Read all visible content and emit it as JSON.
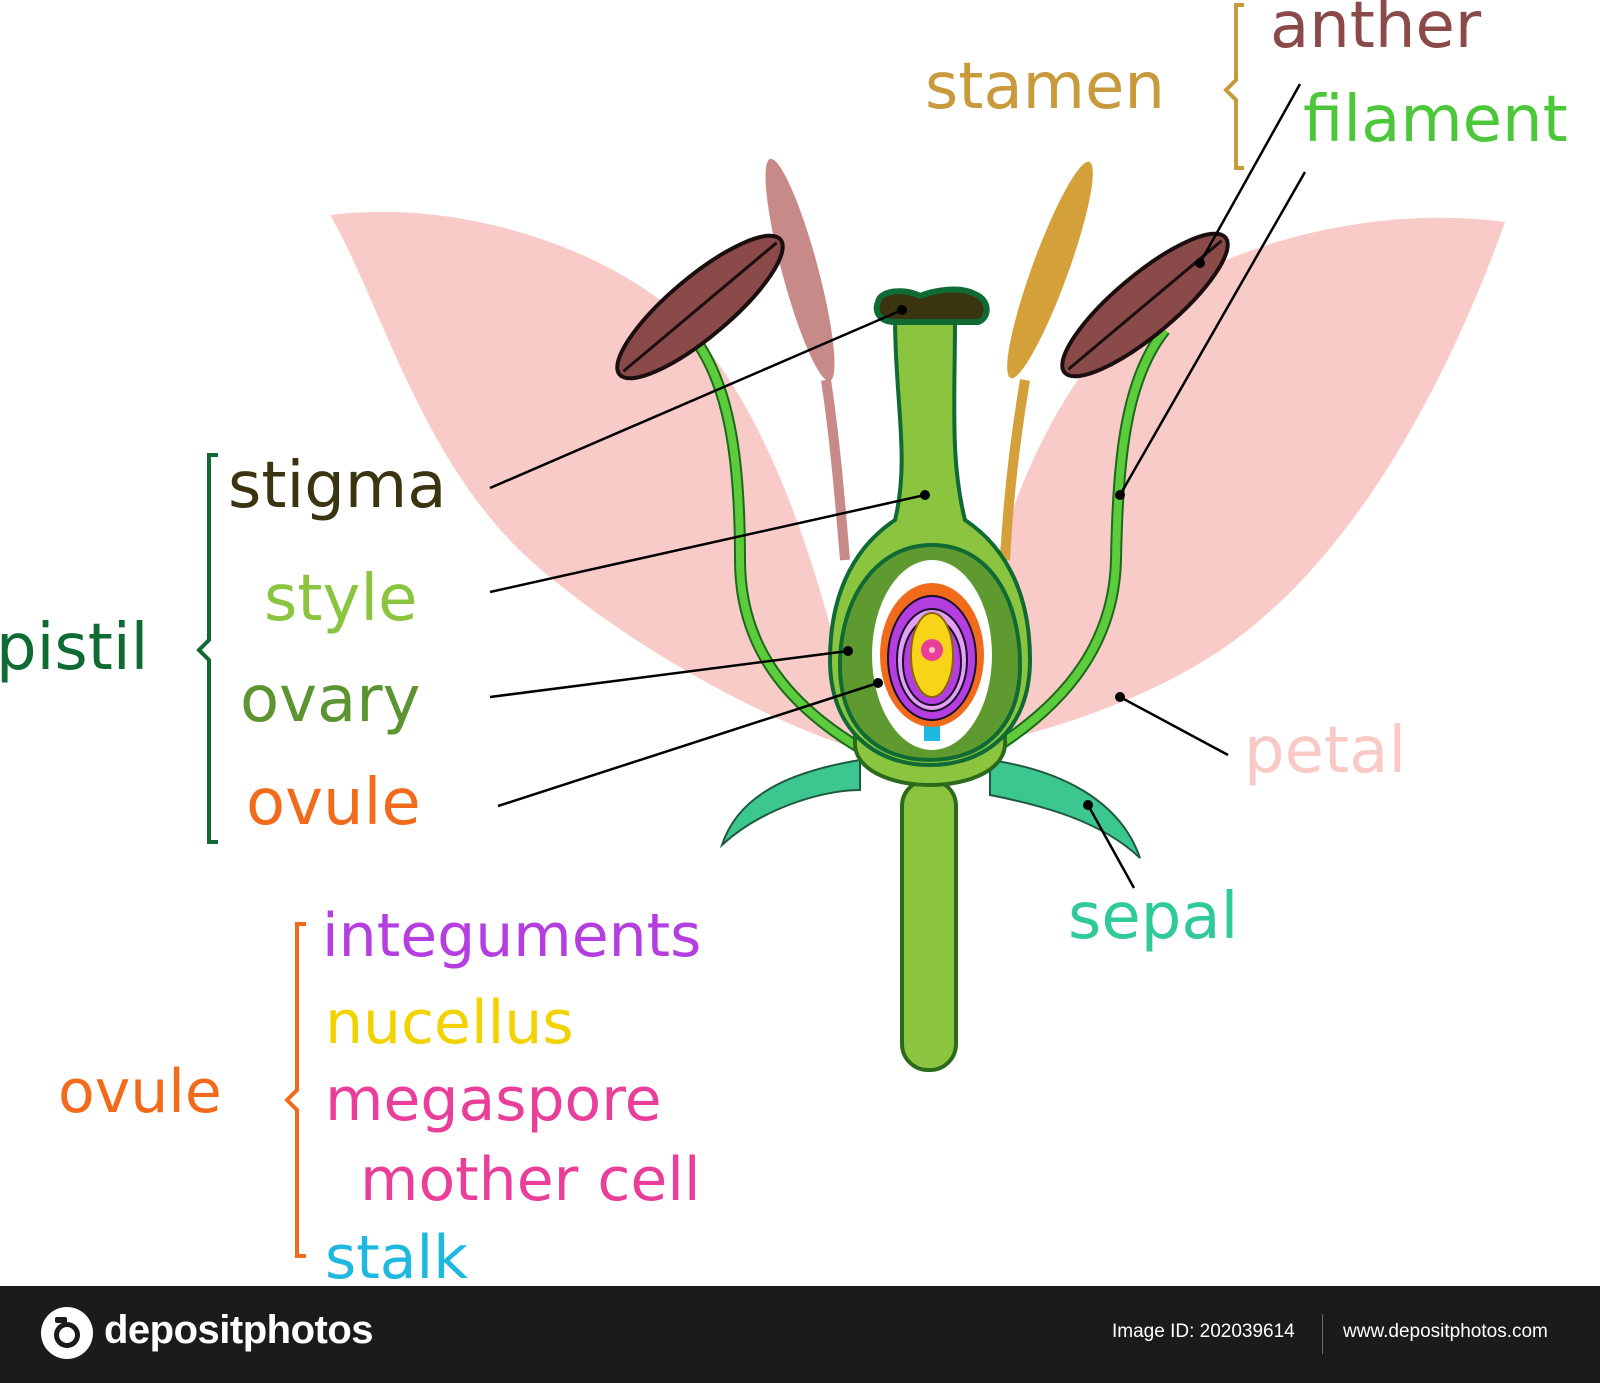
{
  "labels": {
    "stamen": "stamen",
    "anther": "anther",
    "filament": "filament",
    "pistil": "pistil",
    "stigma": "stigma",
    "style": "style",
    "ovary": "ovary",
    "ovule": "ovule",
    "petal": "petal",
    "sepal": "sepal",
    "ovule_group": "ovule",
    "integuments": "integuments",
    "nucellus": "nucellus",
    "megaspore": "megaspore",
    "mother_cell": "mother cell",
    "stalk": "stalk"
  },
  "colors": {
    "stamen": "#c89a3c",
    "anther": "#8b4a4a",
    "filament": "#4cc73a",
    "pistil": "#0f6a34",
    "stigma": "#3a3410",
    "style": "#8bc540",
    "ovary": "#5c9431",
    "ovule": "#f26b1d",
    "petal": "#f9c9c6",
    "sepal": "#2fc99a",
    "integuments": "#b43ee0",
    "nucellus": "#f2d300",
    "megaspore": "#ea3e9b",
    "stalk": "#1fb8e0"
  },
  "footer": {
    "brand": "depositphotos",
    "image_id": "Image ID: 202039614",
    "site": "www.depositphotos.com"
  }
}
